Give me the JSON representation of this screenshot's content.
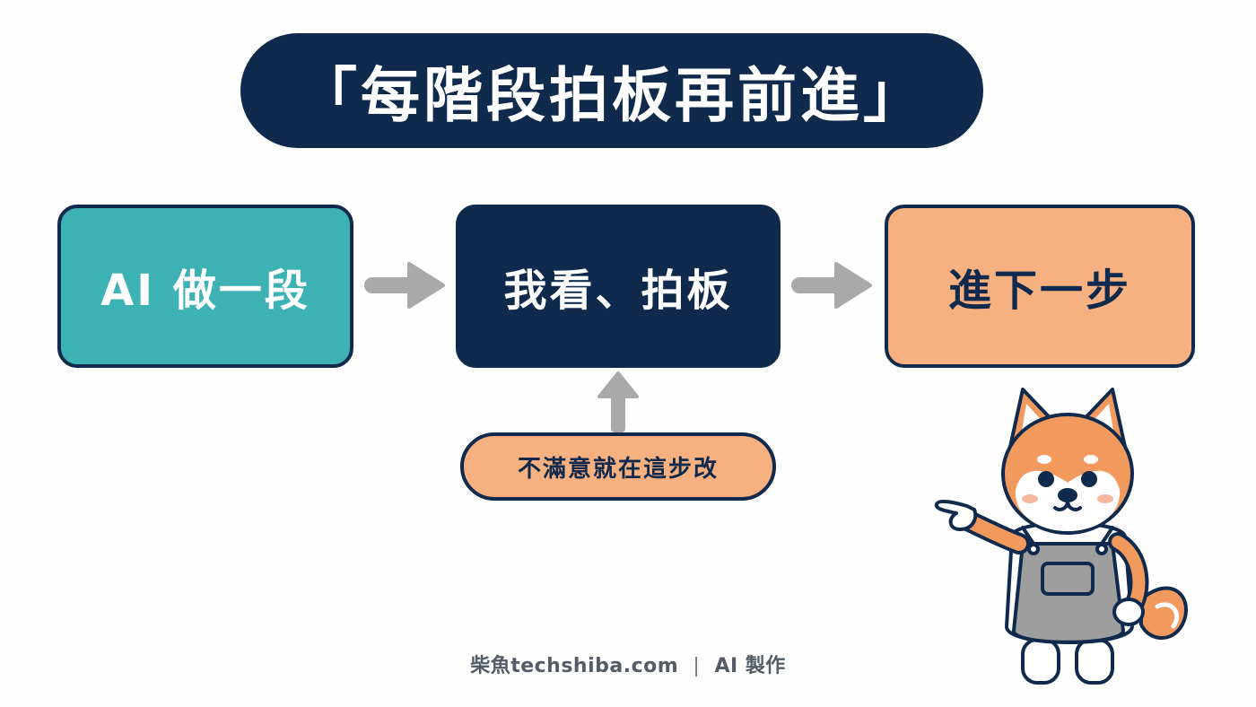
{
  "title": "「每階段拍板再前進」",
  "steps": {
    "ai": "AI 做一段",
    "check": "我看、拍板",
    "next": "進下一步"
  },
  "note": "不滿意就在這步改",
  "footer": {
    "brand": "柴魚techshiba.com",
    "separator": "|",
    "credit": "AI 製作"
  },
  "colors": {
    "navy": "#0f2a4d",
    "teal": "#3db2b5",
    "peach": "#f7b07f",
    "arrow_gray": "#a9a9a9"
  },
  "icons": [
    "right-arrow-icon",
    "up-arrow-icon",
    "shiba-dog-mascot"
  ]
}
